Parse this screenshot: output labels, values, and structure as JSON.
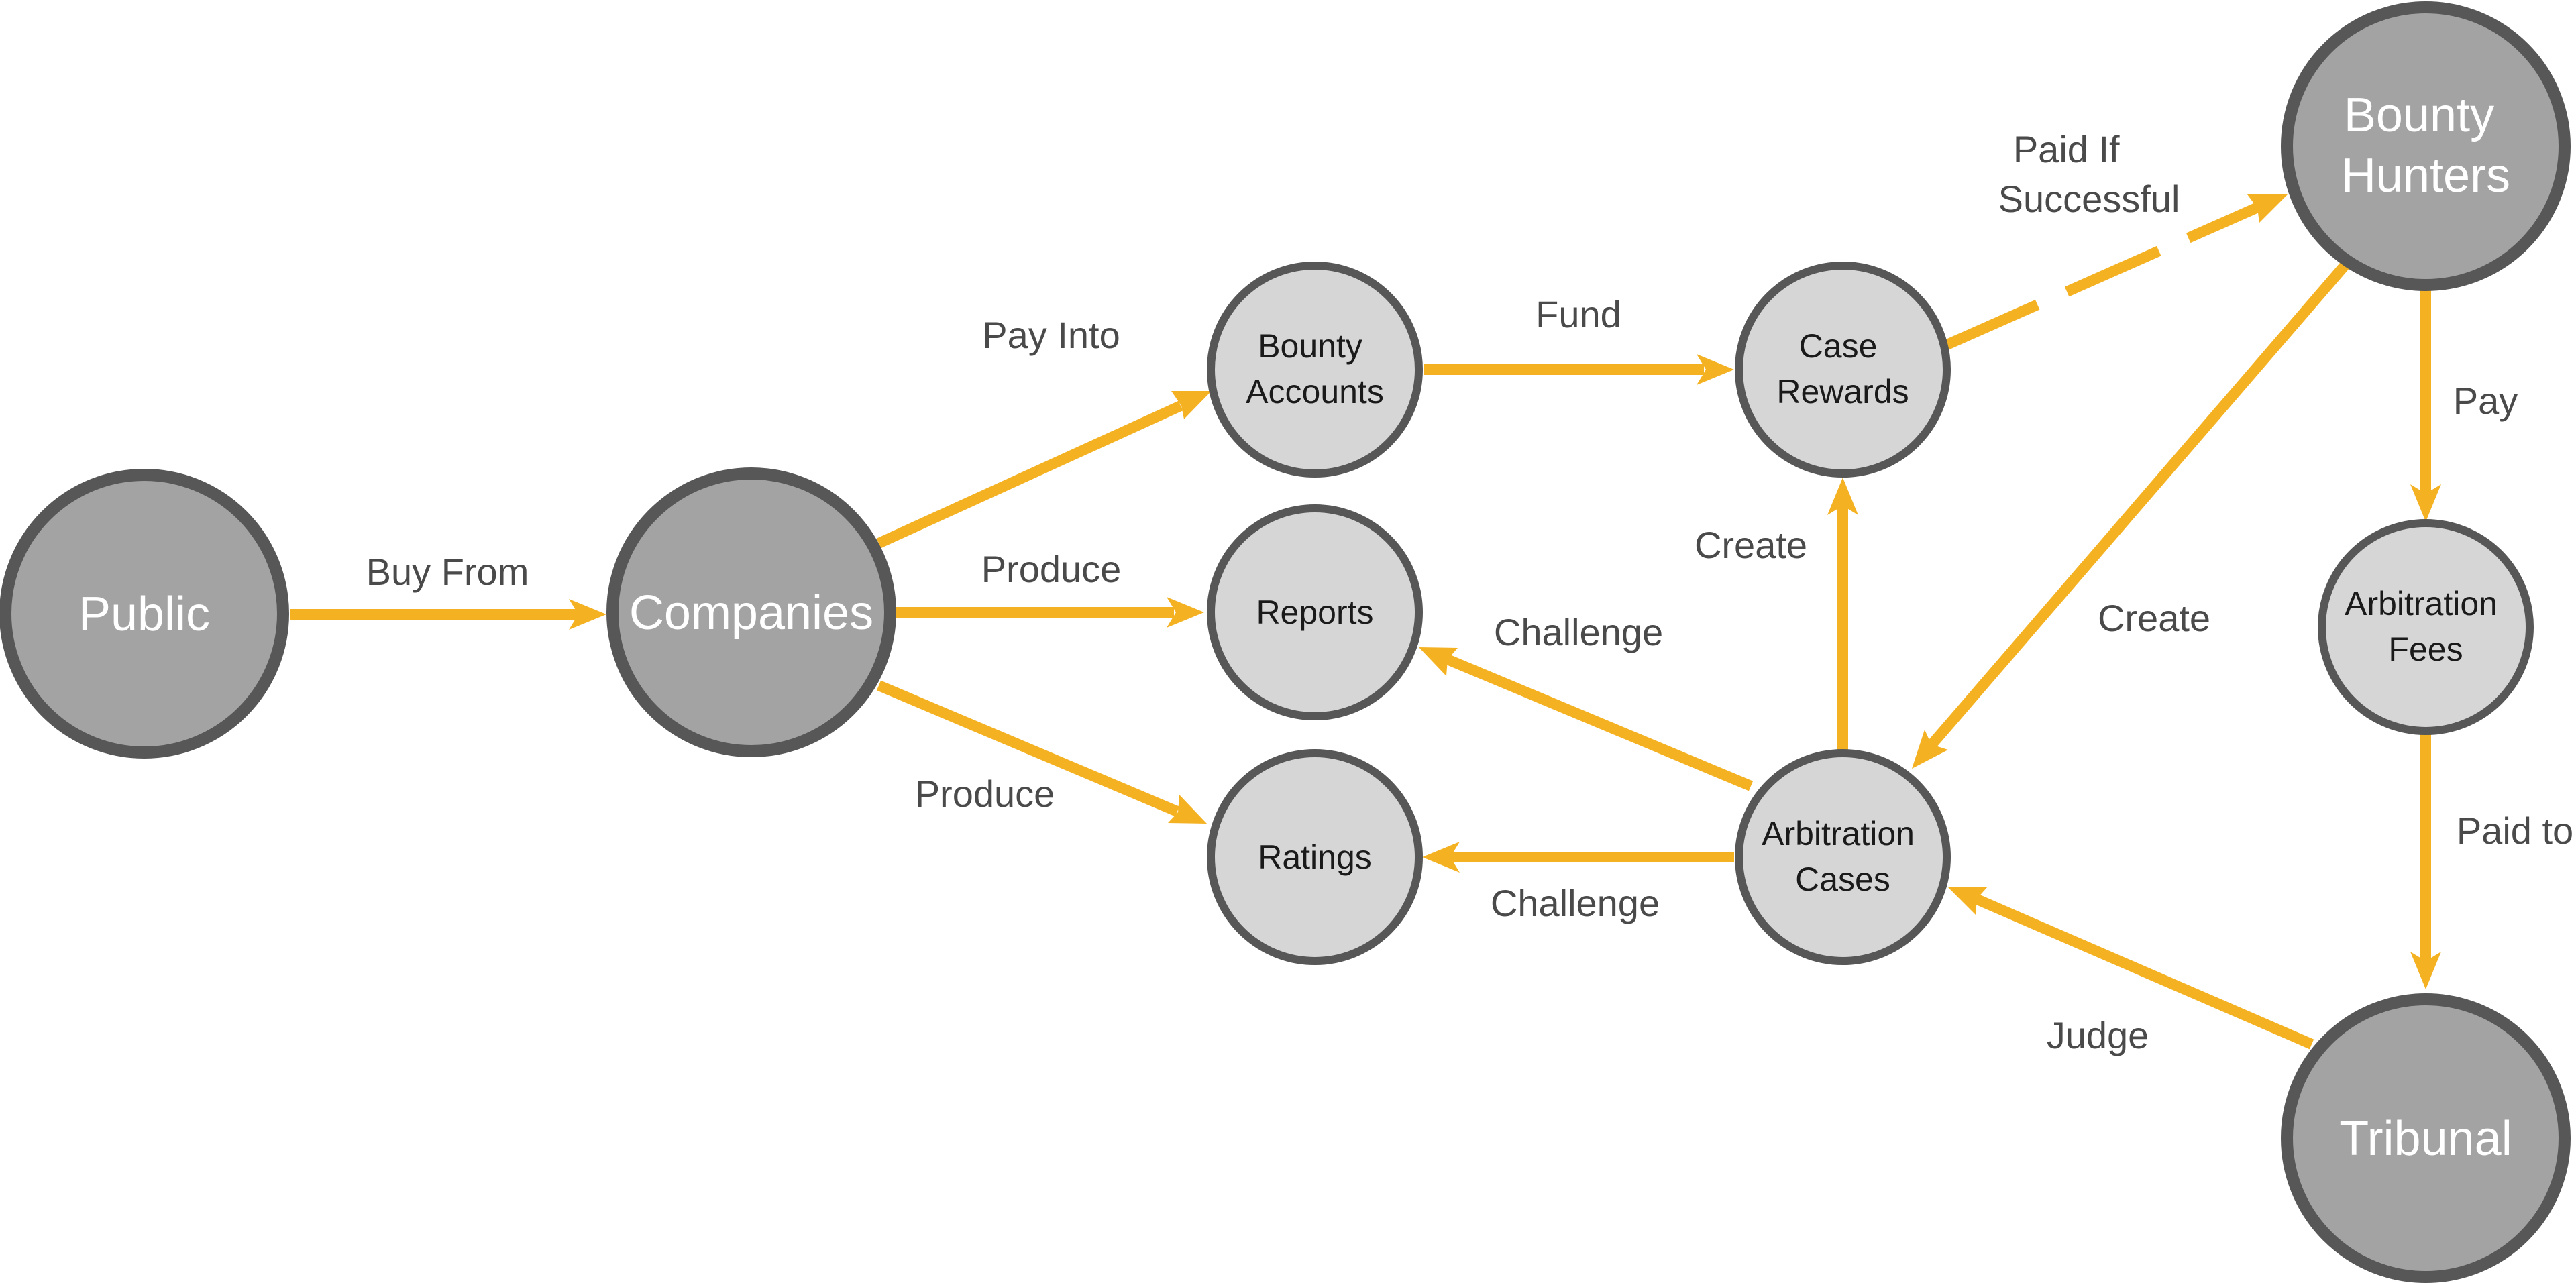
{
  "nodes": {
    "public": {
      "label": [
        "Public"
      ]
    },
    "companies": {
      "label": [
        "Companies"
      ]
    },
    "bounty_accounts": {
      "label": [
        "Bounty",
        "Accounts"
      ]
    },
    "reports": {
      "label": [
        "Reports"
      ]
    },
    "ratings": {
      "label": [
        "Ratings"
      ]
    },
    "case_rewards": {
      "label": [
        "Case",
        "Rewards"
      ]
    },
    "arbitration_cases": {
      "label": [
        "Arbitration",
        "Cases"
      ]
    },
    "bounty_hunters": {
      "label": [
        "Bounty",
        "Hunters"
      ]
    },
    "arbitration_fees": {
      "label": [
        "Arbitration",
        "Fees"
      ]
    },
    "tribunal": {
      "label": [
        "Tribunal"
      ]
    }
  },
  "edges": {
    "buy_from": {
      "label": [
        "Buy From"
      ],
      "from": "public",
      "to": "companies"
    },
    "pay_into": {
      "label": [
        "Pay Into"
      ],
      "from": "companies",
      "to": "bounty_accounts"
    },
    "produce_reports": {
      "label": [
        "Produce"
      ],
      "from": "companies",
      "to": "reports"
    },
    "produce_ratings": {
      "label": [
        "Produce"
      ],
      "from": "companies",
      "to": "ratings"
    },
    "fund": {
      "label": [
        "Fund"
      ],
      "from": "bounty_accounts",
      "to": "case_rewards"
    },
    "paid_if_successful": {
      "label": [
        "Paid If",
        "Successful"
      ],
      "from": "case_rewards",
      "to": "bounty_hunters",
      "dashed": true
    },
    "create_rewards": {
      "label": [
        "Create"
      ],
      "from": "arbitration_cases",
      "to": "case_rewards"
    },
    "challenge_reports": {
      "label": [
        "Challenge"
      ],
      "from": "arbitration_cases",
      "to": "reports"
    },
    "challenge_ratings": {
      "label": [
        "Challenge"
      ],
      "from": "arbitration_cases",
      "to": "ratings"
    },
    "create_cases": {
      "label": [
        "Create"
      ],
      "from": "bounty_hunters",
      "to": "arbitration_cases"
    },
    "pay": {
      "label": [
        "Pay"
      ],
      "from": "bounty_hunters",
      "to": "arbitration_fees"
    },
    "paid_to": {
      "label": [
        "Paid to"
      ],
      "from": "arbitration_fees",
      "to": "tribunal"
    },
    "judge": {
      "label": [
        "Judge"
      ],
      "from": "tribunal",
      "to": "arbitration_cases"
    }
  },
  "colors": {
    "arrow": "#f4b223",
    "major_node_fill": "#a3a3a3",
    "minor_node_fill": "#d6d6d6",
    "node_border": "#575757"
  }
}
